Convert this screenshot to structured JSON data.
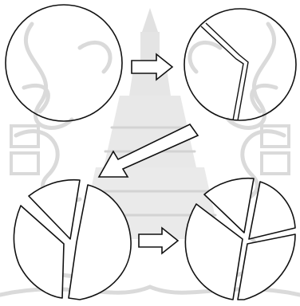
{
  "figure": {
    "background_color": "#ffffff",
    "watermark_color": "#d0d0d0",
    "line_color": "#111111",
    "arrow_fill": "#ffffff",
    "steps": [
      {
        "id": "step-1",
        "description_icon": "whole-circle-icon"
      },
      {
        "id": "step-2",
        "description_icon": "circle-with-one-crack-icon"
      },
      {
        "id": "step-3",
        "description_icon": "circle-split-into-three-pieces-icon"
      },
      {
        "id": "step-4",
        "description_icon": "circle-split-into-four-pieces-icon"
      }
    ],
    "arrows": [
      {
        "id": "arrow-step1-to-step2",
        "direction": "right"
      },
      {
        "id": "arrow-step2-to-step3",
        "direction": "down-left"
      },
      {
        "id": "arrow-step3-to-step4",
        "direction": "right"
      }
    ],
    "watermark_icon": "ornamental-temple-seal-icon"
  }
}
